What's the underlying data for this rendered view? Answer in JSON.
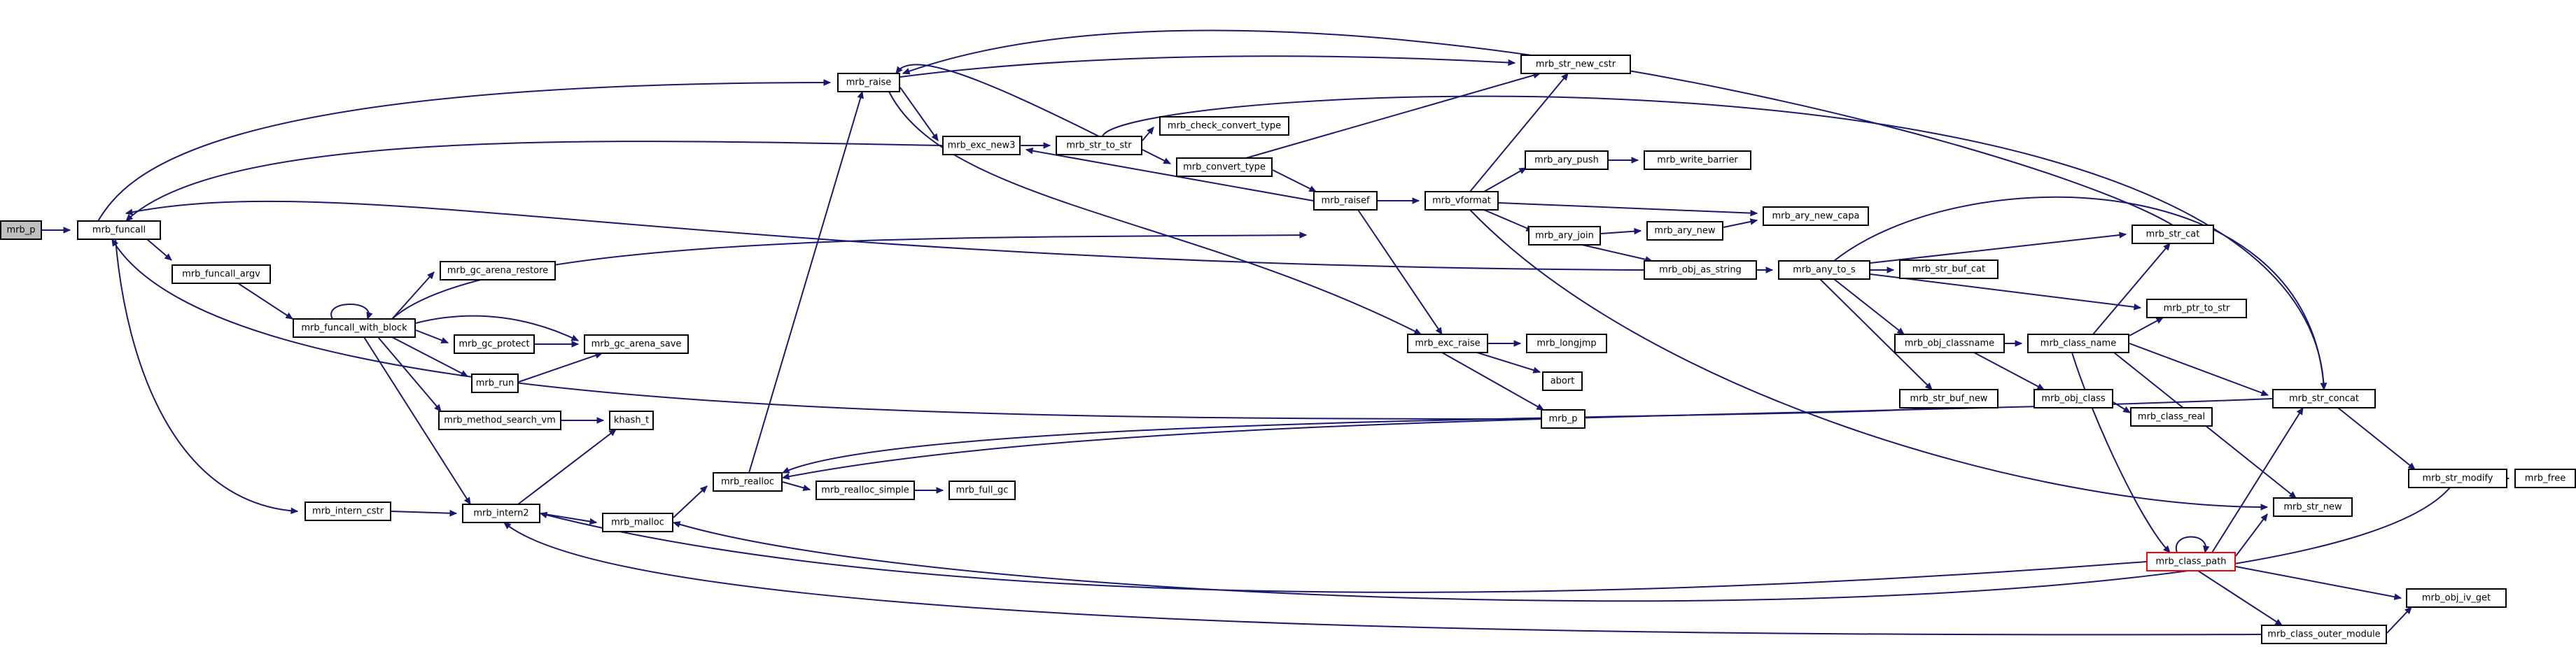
{
  "nodes": [
    {
      "id": "root",
      "label": "mrb_p",
      "root": true
    },
    {
      "id": "funcall",
      "label": "mrb_funcall"
    },
    {
      "id": "funcall_argv",
      "label": "mrb_funcall_argv"
    },
    {
      "id": "funcall_with_block",
      "label": "mrb_funcall_with_block"
    },
    {
      "id": "gc_arena_restore",
      "label": "mrb_gc_arena_restore"
    },
    {
      "id": "gc_protect",
      "label": "mrb_gc_protect"
    },
    {
      "id": "run",
      "label": "mrb_run"
    },
    {
      "id": "gc_arena_save",
      "label": "mrb_gc_arena_save"
    },
    {
      "id": "method_search_vm",
      "label": "mrb_method_search_vm"
    },
    {
      "id": "khash_t",
      "label": "khash_t"
    },
    {
      "id": "intern_cstr",
      "label": "mrb_intern_cstr"
    },
    {
      "id": "intern2",
      "label": "mrb_intern2"
    },
    {
      "id": "malloc",
      "label": "mrb_malloc"
    },
    {
      "id": "realloc",
      "label": "mrb_realloc"
    },
    {
      "id": "realloc_simple",
      "label": "mrb_realloc_simple"
    },
    {
      "id": "full_gc",
      "label": "mrb_full_gc"
    },
    {
      "id": "raise",
      "label": "mrb_raise"
    },
    {
      "id": "exc_new3",
      "label": "mrb_exc_new3"
    },
    {
      "id": "str_to_str",
      "label": "mrb_str_to_str"
    },
    {
      "id": "check_convert_type",
      "label": "mrb_check_convert_type"
    },
    {
      "id": "convert_type",
      "label": "mrb_convert_type"
    },
    {
      "id": "raisef",
      "label": "mrb_raisef"
    },
    {
      "id": "vformat",
      "label": "mrb_vformat"
    },
    {
      "id": "str_new_cstr",
      "label": "mrb_str_new_cstr"
    },
    {
      "id": "ary_push",
      "label": "mrb_ary_push"
    },
    {
      "id": "write_barrier",
      "label": "mrb_write_barrier"
    },
    {
      "id": "ary_new_capa",
      "label": "mrb_ary_new_capa"
    },
    {
      "id": "ary_join",
      "label": "mrb_ary_join"
    },
    {
      "id": "ary_new",
      "label": "mrb_ary_new"
    },
    {
      "id": "obj_as_string",
      "label": "mrb_obj_as_string"
    },
    {
      "id": "exc_raise",
      "label": "mrb_exc_raise"
    },
    {
      "id": "longjmp",
      "label": "mrb_longjmp"
    },
    {
      "id": "abort",
      "label": "abort"
    },
    {
      "id": "p2",
      "label": "mrb_p"
    },
    {
      "id": "any_to_s",
      "label": "mrb_any_to_s"
    },
    {
      "id": "str_buf_cat",
      "label": "mrb_str_buf_cat"
    },
    {
      "id": "str_cat",
      "label": "mrb_str_cat"
    },
    {
      "id": "ptr_to_str",
      "label": "mrb_ptr_to_str"
    },
    {
      "id": "obj_classname",
      "label": "mrb_obj_classname"
    },
    {
      "id": "class_name",
      "label": "mrb_class_name"
    },
    {
      "id": "obj_class",
      "label": "mrb_obj_class"
    },
    {
      "id": "class_real",
      "label": "mrb_class_real"
    },
    {
      "id": "str_buf_new",
      "label": "mrb_str_buf_new"
    },
    {
      "id": "str_concat",
      "label": "mrb_str_concat"
    },
    {
      "id": "str_new",
      "label": "mrb_str_new"
    },
    {
      "id": "class_path",
      "label": "mrb_class_path",
      "truncated": true
    },
    {
      "id": "str_modify",
      "label": "mrb_str_modify"
    },
    {
      "id": "free",
      "label": "mrb_free"
    },
    {
      "id": "obj_iv_get",
      "label": "mrb_obj_iv_get"
    },
    {
      "id": "class_outer_module",
      "label": "mrb_class_outer_module"
    }
  ]
}
